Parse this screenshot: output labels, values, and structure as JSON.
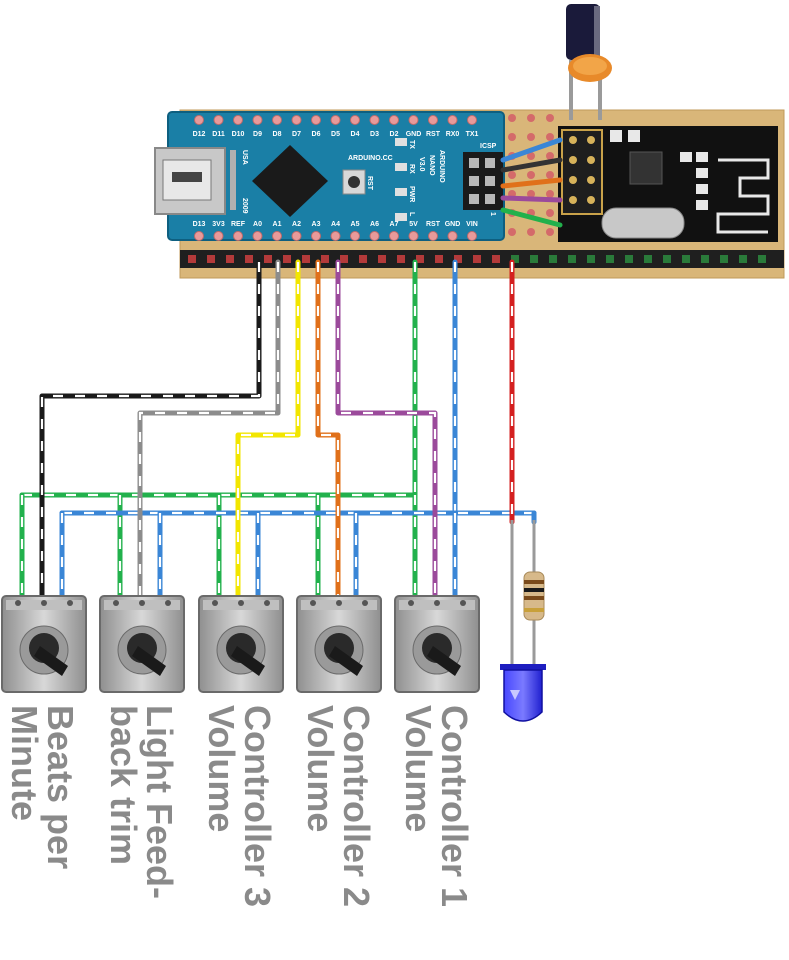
{
  "board": {
    "top_pins": [
      "D12",
      "D11",
      "D10",
      "D9",
      "D8",
      "D7",
      "D6",
      "D5",
      "D4",
      "D3",
      "D2",
      "GND",
      "RST",
      "RX0",
      "TX1"
    ],
    "bottom_pins": [
      "D13",
      "3V3",
      "REF",
      "A0",
      "A1",
      "A2",
      "A3",
      "A4",
      "A5",
      "A6",
      "A7",
      "5V",
      "RST",
      "GND",
      "VIN"
    ],
    "silk_usa": "USA",
    "silk_year": "2009",
    "silk_arduino_cc": "ARDUINO.CC",
    "silk_tx": "TX",
    "silk_rx": "RX",
    "silk_pwr": "PWR",
    "silk_l": "L",
    "silk_rst": "RST",
    "silk_icsp": "ICSP",
    "silk_name": [
      "ARDUINO",
      "NANO",
      "V3.0"
    ],
    "silk_one": "1"
  },
  "pot_labels": [
    [
      "Beats per",
      "Minute"
    ],
    [
      "Light Feed-",
      "back trim"
    ],
    [
      "Controller 3",
      "Volume"
    ],
    [
      "Controller 2",
      "Volume"
    ],
    [
      "Controller 1",
      "Volume"
    ]
  ],
  "colors": {
    "stripboard": "#d9b679",
    "board_blue": "#1a7fa6",
    "wire_green": "#22b14c",
    "wire_blue": "#3a86d6",
    "wire_black": "#1a1a1a",
    "wire_grey": "#8c8c8c",
    "wire_yellow": "#f2e600",
    "wire_orange": "#e0701a",
    "wire_purple": "#9b4a9b",
    "wire_red": "#d42020",
    "led_blue": "#2a2aff",
    "label_grey": "#8a8a8a"
  },
  "icons": [
    "usb-connector-icon",
    "atmega-chip-icon",
    "reset-button-icon",
    "nrf24-module-icon",
    "capacitor-icon",
    "resistor-icon",
    "led-icon",
    "potentiometer-icon"
  ]
}
